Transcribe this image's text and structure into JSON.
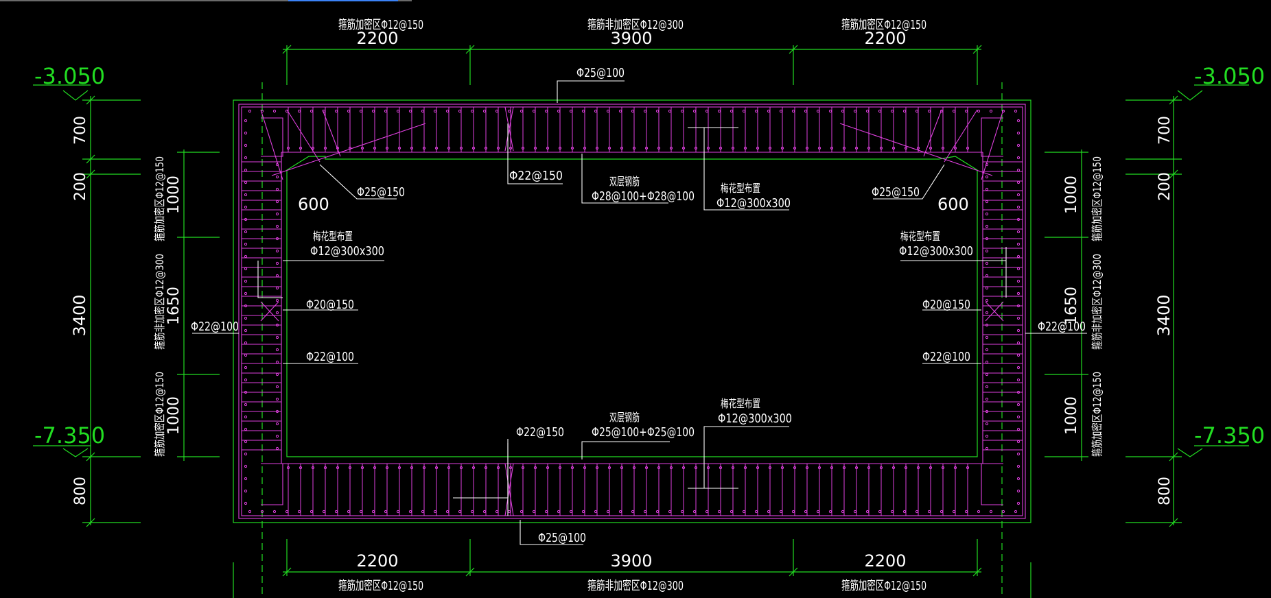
{
  "colors": {
    "background": "#000000",
    "concrete_outline": "#22dd22",
    "rebar": "#e040e0",
    "annotation_text": "#ffffff",
    "dimension_lines": "#22dd22"
  },
  "labels": {
    "stirrup_dense": "箍筋加密区Φ12@150",
    "stirrup_normal": "箍筋非加密区Φ12@300",
    "dim_2200": "2200",
    "dim_3900": "3900",
    "dim_600": "600",
    "dim_700": "700",
    "dim_200": "200",
    "dim_3400": "3400",
    "dim_800": "800",
    "dim_1000": "1000",
    "dim_1650": "1650",
    "elev_top": "-3.050",
    "elev_bottom": "-7.350",
    "rebar_top_main": "Φ25@100",
    "rebar_bottom_main": "Φ25@100",
    "rebar_haunch": "Φ25@150",
    "rebar_tie_top": "Φ22@150",
    "rebar_tie_bottom": "Φ22@150",
    "double_layer": "双层钢筋",
    "double_layer_top_spec": "Φ28@100+Φ28@100",
    "double_layer_bottom_spec": "Φ25@100+Φ25@100",
    "plum_layout": "梅花型布置",
    "plum_spec": "Φ12@300x300",
    "wall_tie": "Φ20@150",
    "wall_inner": "Φ22@100",
    "wall_outer": "Φ22@100"
  }
}
